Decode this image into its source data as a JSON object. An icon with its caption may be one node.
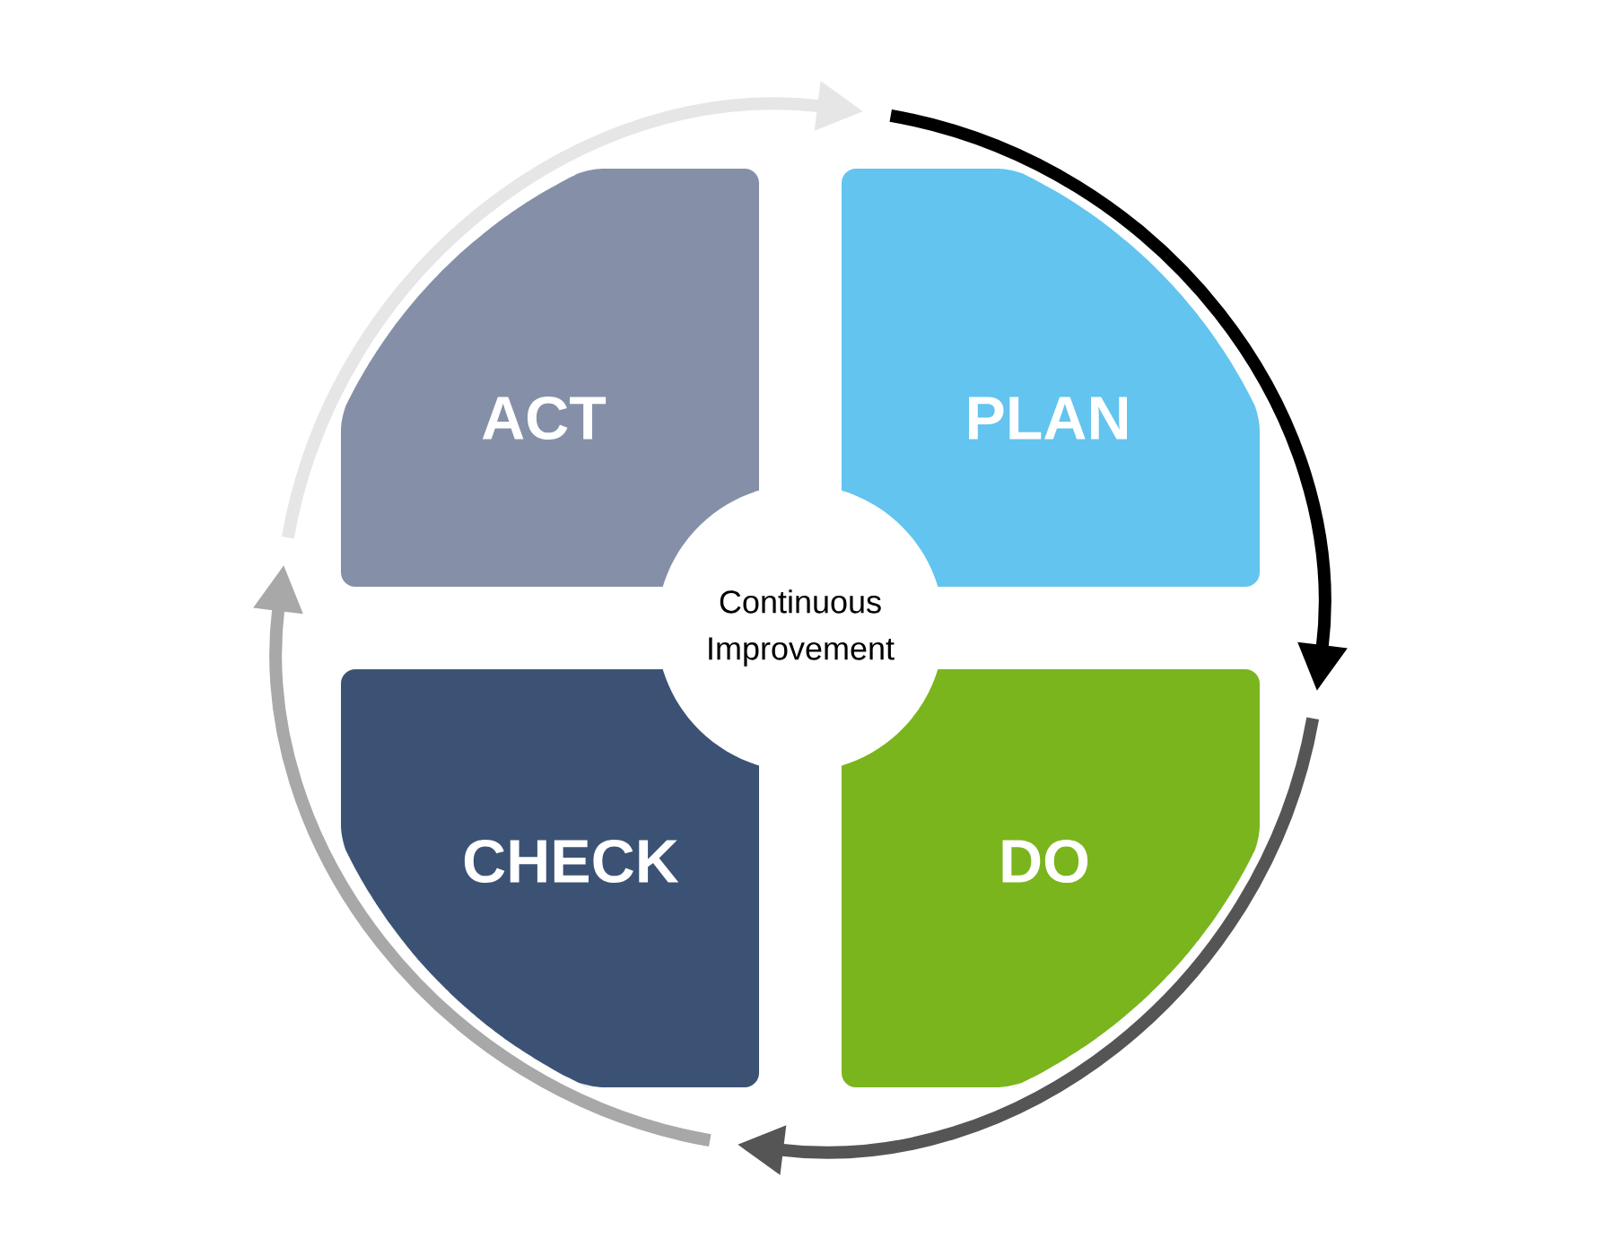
{
  "diagram": {
    "nodes": [
      {
        "text": [
          "ACT"
        ]
      },
      {
        "text": [
          "PLAN"
        ]
      },
      {
        "text": [
          "Continuous Improvement"
        ]
      },
      {
        "text": [
          "CHECK"
        ]
      },
      {
        "text": [
          "DO"
        ]
      }
    ],
    "edges": [
      {
        "from": 1,
        "to": 4,
        "arrow": "to",
        "color": "#000000"
      },
      {
        "from": 4,
        "to": 3,
        "arrow": "to",
        "color": "#555555"
      },
      {
        "from": 3,
        "to": 0,
        "arrow": "to",
        "color": "#a8a8a8"
      },
      {
        "from": 0,
        "to": 1,
        "arrow": "to",
        "color": "#e6e6e6"
      }
    ]
  }
}
